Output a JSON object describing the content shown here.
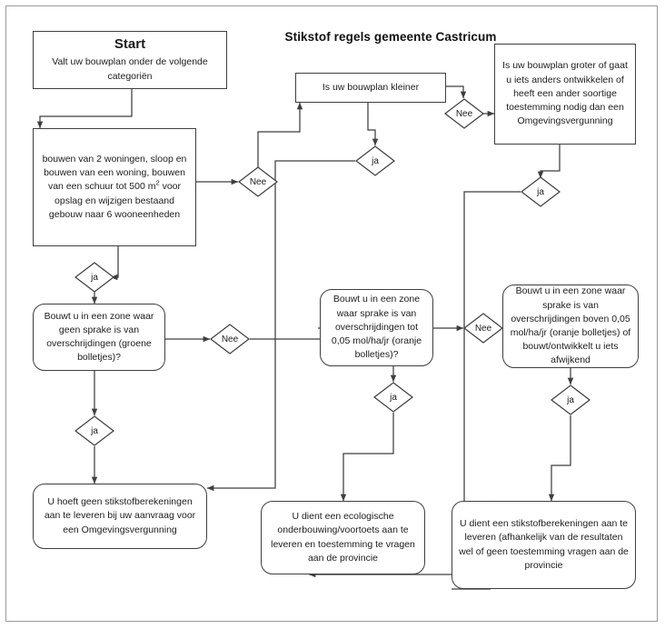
{
  "diagram": {
    "title": "Stikstof regels gemeente Castricum",
    "type": "flowchart",
    "colors": {
      "stroke": "#3f3f3f",
      "frame": "#9a9a9a",
      "text": "#1c1c1c",
      "background": "#ffffff"
    },
    "nodes": [
      {
        "id": "start",
        "shape": "rectangle",
        "title": "Start",
        "text": "Valt uw bouwplan onder de volgende categoriën"
      },
      {
        "id": "categories",
        "shape": "rectangle",
        "text_parts": [
          "bouwen van 2 woningen, sloop en bouwen van een woning, bouwen van een schuur tot 500 m",
          "2",
          " voor opslag en wijzigen bestaand gebouw naar 6 wooneenheden"
        ],
        "text": "bouwen van 2 woningen, sloop en bouwen van een woning, bouwen van een schuur tot 500 m2 voor opslag en wijzigen bestaand gebouw naar 6 wooneenheden"
      },
      {
        "id": "kleiner",
        "shape": "rectangle",
        "text": "Is uw bouwplan kleiner"
      },
      {
        "id": "groter",
        "shape": "rectangle",
        "text": "Is uw bouwplan groter of gaat u iets anders ontwikkelen of heeft een ander soortige toestemming nodig dan een Omgevingsvergunning"
      },
      {
        "id": "zone-groen",
        "shape": "rounded-rectangle",
        "text": "Bouwt u in een zone waar geen sprake is van overschrijdingen (groene bolletjes)?"
      },
      {
        "id": "zone-oranje",
        "shape": "rounded-rectangle",
        "text": "Bouwt u in een zone waar sprake is van overschrijdingen tot 0,05 mol/ha/jr (oranje bolletjes)?"
      },
      {
        "id": "zone-boven",
        "shape": "rounded-rectangle",
        "text": "Bouwt u in een zone waar sprake is van overschrijdingen boven 0,05 mol/ha/jr (oranje bolletjes) of bouwt/ontwikkelt u iets afwijkend"
      },
      {
        "id": "uitkomst-geen",
        "shape": "rounded-rectangle",
        "text": "U hoeft geen stikstofberekeningen aan te leveren bij uw aanvraag voor een Omgevingsvergunning"
      },
      {
        "id": "uitkomst-ecologisch",
        "shape": "rounded-rectangle",
        "text": "U dient een ecologische onderbouwing/voortoets aan te leveren en toestemming te vragen aan de provincie"
      },
      {
        "id": "uitkomst-berekening",
        "shape": "rounded-rectangle",
        "text": "U dient een stikstofberekeningen aan te leveren (afhankelijk van de resultaten wel of geen toestemming vragen aan de provincie"
      }
    ],
    "decisions": [
      {
        "id": "d-cat-nee",
        "label": "Nee"
      },
      {
        "id": "d-kleiner-ja",
        "label": "ja"
      },
      {
        "id": "d-groter-nee",
        "label": "Nee"
      },
      {
        "id": "d-groter-ja",
        "label": "ja"
      },
      {
        "id": "d-cat-ja",
        "label": "ja"
      },
      {
        "id": "d-groen-nee",
        "label": "Nee"
      },
      {
        "id": "d-groen-ja",
        "label": "ja"
      },
      {
        "id": "d-oranje-nee",
        "label": "Nee"
      },
      {
        "id": "d-oranje-ja",
        "label": "ja"
      },
      {
        "id": "d-boven-ja",
        "label": "ja"
      }
    ]
  }
}
